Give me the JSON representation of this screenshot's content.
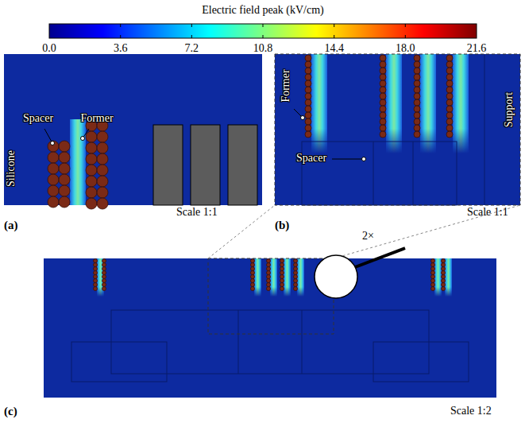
{
  "diagram": {
    "labels": [
      "Electric field peak (kV/cm)",
      "0.0",
      "3.6",
      "7.2",
      "10.8",
      "14.4",
      "18.0",
      "21.6",
      "Silicone",
      "Spacer",
      "Former",
      "Scale 1:1",
      "(a)",
      "Former",
      "Spacer",
      "Support",
      "(b)",
      "Scale 1:1",
      "2×",
      "(c)",
      "Scale 1:2"
    ]
  }
}
